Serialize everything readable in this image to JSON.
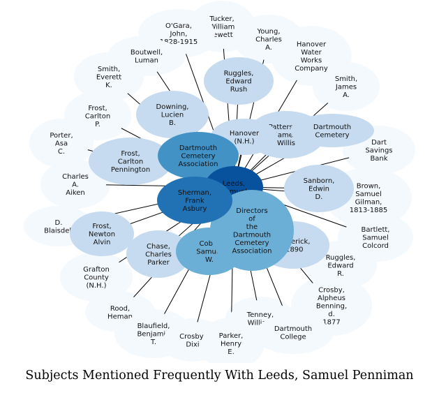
{
  "caption": "Subjects Mentioned Frequently With Leeds, Samuel Penniman",
  "center": {
    "label": "Leeds, Samuel",
    "color": "#08519c"
  },
  "colors": {
    "outer": "#f4f9fe",
    "mid": "#c6dbef",
    "inner": "#6baed6",
    "strong": "#4292c6",
    "sherman": "#2171b5",
    "edge": "#000000"
  },
  "nodes": [
    {
      "id": "tucker",
      "label": "Tucker, William Jewett",
      "tier": "outer"
    },
    {
      "id": "ogara",
      "label": "O'Gara, John, 1828-1915",
      "tier": "outer"
    },
    {
      "id": "young",
      "label": "Young, Charles A.",
      "tier": "outer"
    },
    {
      "id": "hanover-water",
      "label": "Hanover Water Works Company",
      "tier": "outer"
    },
    {
      "id": "boutwell",
      "label": "Boutwell, Luman",
      "tier": "outer"
    },
    {
      "id": "smith-everett",
      "label": "Smith, Everett K.",
      "tier": "outer"
    },
    {
      "id": "smith-james",
      "label": "Smith, James A.",
      "tier": "outer"
    },
    {
      "id": "frost-carlton-p",
      "label": "Frost, Carlton P.",
      "tier": "outer"
    },
    {
      "id": "porter",
      "label": "Porter, Asa C.",
      "tier": "outer"
    },
    {
      "id": "dart-savings",
      "label": "Dart Savings Bank",
      "tier": "outer"
    },
    {
      "id": "aiken",
      "label": "Charles A. Aiken",
      "tier": "outer"
    },
    {
      "id": "brown",
      "label": "Brown, Samuel Gilman, 1813-1885",
      "tier": "outer"
    },
    {
      "id": "blaisdell",
      "label": "D. Blaisdell",
      "tier": "outer"
    },
    {
      "id": "bartlett",
      "label": "Bartlett, Samuel Colcord",
      "tier": "outer"
    },
    {
      "id": "grafton",
      "label": "Grafton County (N.H.)",
      "tier": "outer"
    },
    {
      "id": "ruggles-edward-r",
      "label": "Ruggles, Edward R.",
      "tier": "outer"
    },
    {
      "id": "rood",
      "label": "Rood, Heman",
      "tier": "outer"
    },
    {
      "id": "crosby-alpheus",
      "label": "Crosby, Alpheus Benning, d. 1877",
      "tier": "outer"
    },
    {
      "id": "blaufield",
      "label": "Blaufield, Benjamin T.",
      "tier": "outer"
    },
    {
      "id": "crosby-dixi",
      "label": "Crosby, Dixi",
      "tier": "outer"
    },
    {
      "id": "parker",
      "label": "Parker, Henry E.",
      "tier": "outer"
    },
    {
      "id": "tenney",
      "label": "Tenney, William",
      "tier": "outer"
    },
    {
      "id": "dartmouth-college",
      "label": "Dartmouth College",
      "tier": "outer"
    },
    {
      "id": "ruggles-edward-rush",
      "label": "Ruggles, Edward Rush",
      "tier": "mid"
    },
    {
      "id": "downing",
      "label": "Downing, Lucien B.",
      "tier": "mid"
    },
    {
      "id": "patterson",
      "label": "Patterson, James Willis",
      "tier": "mid"
    },
    {
      "id": "dartmouth-cemetery-2",
      "label": "Dartmouth Cemetery",
      "tier": "mid"
    },
    {
      "id": "frost-carlton-pennington",
      "label": "Frost, Carlton Pennington",
      "tier": "mid"
    },
    {
      "id": "hanover-nh",
      "label": "Hanover (N.H.)",
      "tier": "mid"
    },
    {
      "id": "sanborn",
      "label": "Sanborn, Edwin D.",
      "tier": "mid"
    },
    {
      "id": "frost-newton",
      "label": "Frost, Newton Alvin",
      "tier": "mid"
    },
    {
      "id": "chase",
      "label": "Chase, Charles Parker",
      "tier": "mid"
    },
    {
      "id": "frederick",
      "label": "Frederick, -1890",
      "tier": "mid"
    },
    {
      "id": "dartmouth-cemetery-assoc",
      "label": "Dartmouth Cemetery Association",
      "tier": "strong"
    },
    {
      "id": "cobb",
      "label": "Cobb, Samuel W.",
      "tier": "inner"
    },
    {
      "id": "directors",
      "label": "Directors of the Dartmouth Cemetery Association",
      "tier": "inner"
    },
    {
      "id": "sherman",
      "label": "Sherman, Frank Asbury",
      "tier": "sherman"
    }
  ]
}
